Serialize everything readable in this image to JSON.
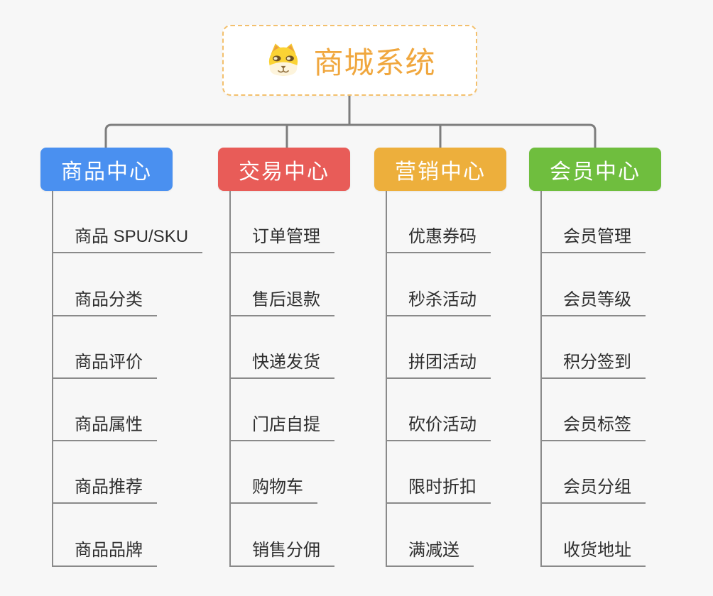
{
  "page": {
    "background_color": "#f7f7f7",
    "connector_color": "#7d7d7d",
    "underline_color": "#8a8a8a"
  },
  "root": {
    "title": "商城系统",
    "icon": "dog-face-icon",
    "text_color": "#f0a73e",
    "border_color": "#f3c06d"
  },
  "branches": [
    {
      "label": "商品中心",
      "color": "#4a90f0",
      "items": [
        "商品 SPU/SKU",
        "商品分类",
        "商品评价",
        "商品属性",
        "商品推荐",
        "商品品牌"
      ]
    },
    {
      "label": "交易中心",
      "color": "#e85c58",
      "items": [
        "订单管理",
        "售后退款",
        "快递发货",
        "门店自提",
        "购物车",
        "销售分佣"
      ]
    },
    {
      "label": "营销中心",
      "color": "#edaf3c",
      "items": [
        "优惠券码",
        "秒杀活动",
        "拼团活动",
        "砍价活动",
        "限时折扣",
        "满减送"
      ]
    },
    {
      "label": "会员中心",
      "color": "#6fbe3e",
      "items": [
        "会员管理",
        "会员等级",
        "积分签到",
        "会员标签",
        "会员分组",
        "收货地址"
      ]
    }
  ]
}
